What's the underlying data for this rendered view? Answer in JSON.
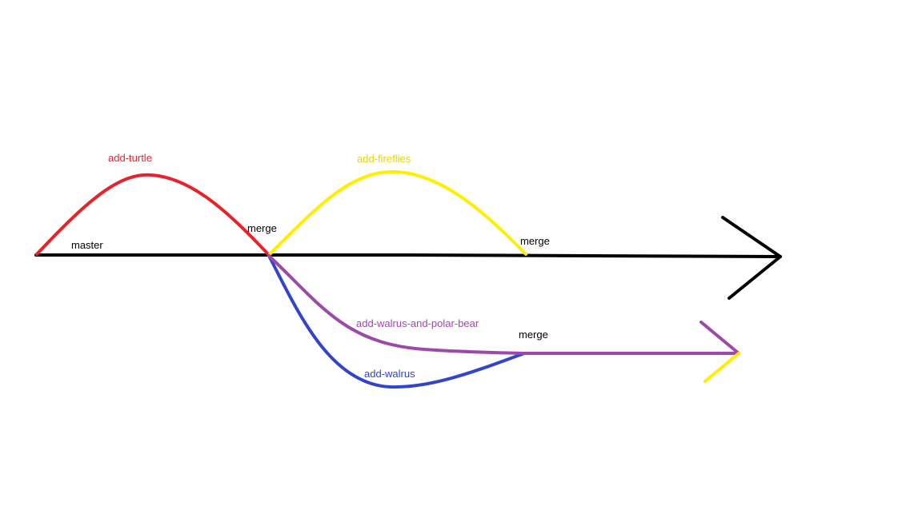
{
  "colors": {
    "master": "#000000",
    "add_turtle": "#e8212b",
    "add_fireflies": "#ffee00",
    "add_walrus": "#3344cc",
    "add_walrus_and_polar_bear": "#9b4aa8",
    "merge_text": "#000000"
  },
  "branches": {
    "master": "master",
    "add_turtle": "add-turtle",
    "add_fireflies": "add-fireflies",
    "add_walrus_and_polar_bear": "add-walrus-and-polar-bear",
    "add_walrus": "add-walrus"
  },
  "merges": {
    "turtle": "merge",
    "fireflies": "merge",
    "walrus": "merge"
  }
}
